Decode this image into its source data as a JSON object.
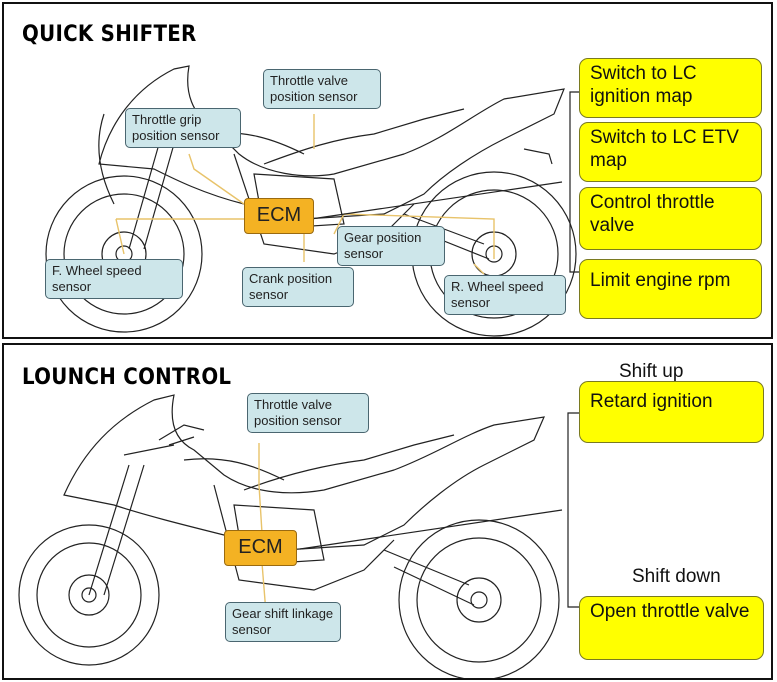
{
  "quick_shifter": {
    "title": "QUICK SHIFTER",
    "ecm": "ECM",
    "sensors": {
      "throttle_valve": "Throttle valve position sensor",
      "throttle_grip": "Throttle grip position sensor",
      "front_wheel": "F. Wheel speed sensor",
      "crank": "Crank position sensor",
      "gear_position": "Gear position sensor",
      "rear_wheel": "R. Wheel speed sensor"
    },
    "actions": [
      "Switch to LC ignition map",
      "Switch to LC ETV map",
      "Control throttle valve",
      "Limit engine  rpm"
    ]
  },
  "launch_control": {
    "title": "LOUNCH CONTROL",
    "ecm": "ECM",
    "sensors": {
      "throttle_valve": "Throttle valve position sensor",
      "gear_shift": "Gear shift linkage sensor"
    },
    "shift_up": "Shift up",
    "shift_down": "Shift down",
    "actions": [
      "Retard ignition",
      "Open throttle valve"
    ]
  },
  "colors": {
    "sensor_fill": "#cde6ea",
    "ecm_fill": "#f4b223",
    "action_fill": "#ffff00"
  }
}
